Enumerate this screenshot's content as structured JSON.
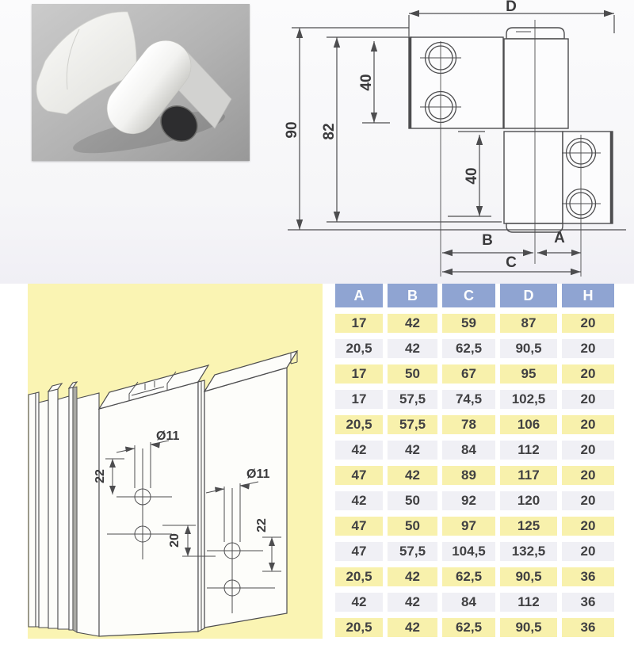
{
  "page_type": "hinge-catalog-datasheet",
  "colors": {
    "table_header_bg": "#8fa4d2",
    "row_yellow": "#f8f1ac",
    "row_gray": "#f0f0f5",
    "cell_text": "#414143",
    "header_text": "#ffffff",
    "panel_yellow": "#faf4b3",
    "line": "#4d4d4f",
    "dim_text": "#3a3a3c"
  },
  "hinge_drawing": {
    "width_total": "D",
    "height_total": "90",
    "height_body": "82",
    "hole_pitch_top": "40",
    "hole_pitch_bottom": "40",
    "width_b": "B",
    "width_a": "A",
    "width_c": "C"
  },
  "profile_drawing": {
    "hole_dia_left": "Ø11",
    "hole_pitch_left": "22",
    "hole_dia_right": "Ø11",
    "hole_pitch_right": "22",
    "offset_center": "20"
  },
  "table": {
    "headers": [
      "A",
      "B",
      "C",
      "D",
      "H"
    ],
    "rows": [
      [
        "17",
        "42",
        "59",
        "87",
        "20"
      ],
      [
        "20,5",
        "42",
        "62,5",
        "90,5",
        "20"
      ],
      [
        "17",
        "50",
        "67",
        "95",
        "20"
      ],
      [
        "17",
        "57,5",
        "74,5",
        "102,5",
        "20"
      ],
      [
        "20,5",
        "57,5",
        "78",
        "106",
        "20"
      ],
      [
        "42",
        "42",
        "84",
        "112",
        "20"
      ],
      [
        "47",
        "42",
        "89",
        "117",
        "20"
      ],
      [
        "42",
        "50",
        "92",
        "120",
        "20"
      ],
      [
        "47",
        "50",
        "97",
        "125",
        "20"
      ],
      [
        "47",
        "57,5",
        "104,5",
        "132,5",
        "20"
      ],
      [
        "20,5",
        "42",
        "62,5",
        "90,5",
        "36"
      ],
      [
        "42",
        "42",
        "84",
        "112",
        "36"
      ],
      [
        "20,5",
        "42",
        "62,5",
        "90,5",
        "36"
      ]
    ]
  }
}
